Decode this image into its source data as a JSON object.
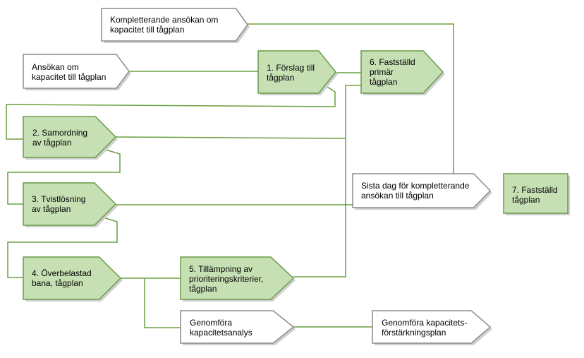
{
  "colors": {
    "green_fill": "#c6e0b4",
    "green_stroke": "#6a9a4a",
    "white_stroke": "#8c8c8c",
    "connector": "#6aa040"
  },
  "nodes": [
    {
      "id": "kompletterande_ansokan",
      "style": "white",
      "lines": [
        "Kompletterande ansökan om",
        "kapacitet till tågplan"
      ]
    },
    {
      "id": "ansokan",
      "style": "white",
      "lines": [
        "Ansökan om",
        "kapacitet till tågplan"
      ]
    },
    {
      "id": "forslag",
      "style": "green",
      "lines": [
        "1. Förslag till",
        "tågplan"
      ]
    },
    {
      "id": "faststalld_primar",
      "style": "green",
      "lines": [
        "6. Fastställd",
        "primär",
        "tågplan"
      ]
    },
    {
      "id": "samordning",
      "style": "green",
      "lines": [
        "2. Samordning",
        "av tågplan"
      ]
    },
    {
      "id": "tvistlosning",
      "style": "green",
      "lines": [
        "3. Tvistlösning",
        "av tågplan"
      ]
    },
    {
      "id": "sista_dag",
      "style": "white",
      "lines": [
        "Sista dag för kompletterande",
        "ansökan till tågplan"
      ]
    },
    {
      "id": "faststalld",
      "style": "green",
      "lines": [
        "7. Fastställd",
        "tågplan"
      ]
    },
    {
      "id": "overbelastad",
      "style": "green",
      "lines": [
        "4. Överbelastad",
        "bana, tågplan"
      ]
    },
    {
      "id": "tillampning",
      "style": "green",
      "lines": [
        "5. Tillämpning av",
        "prioriteringskriterier,",
        "tågplan"
      ]
    },
    {
      "id": "kapacitetsanalys",
      "style": "white",
      "lines": [
        "Genomföra",
        "kapacitetsanalys"
      ]
    },
    {
      "id": "forstarkningsplan",
      "style": "white",
      "lines": [
        "Genomföra kapacitets-",
        "förstärkningsplan"
      ]
    }
  ]
}
